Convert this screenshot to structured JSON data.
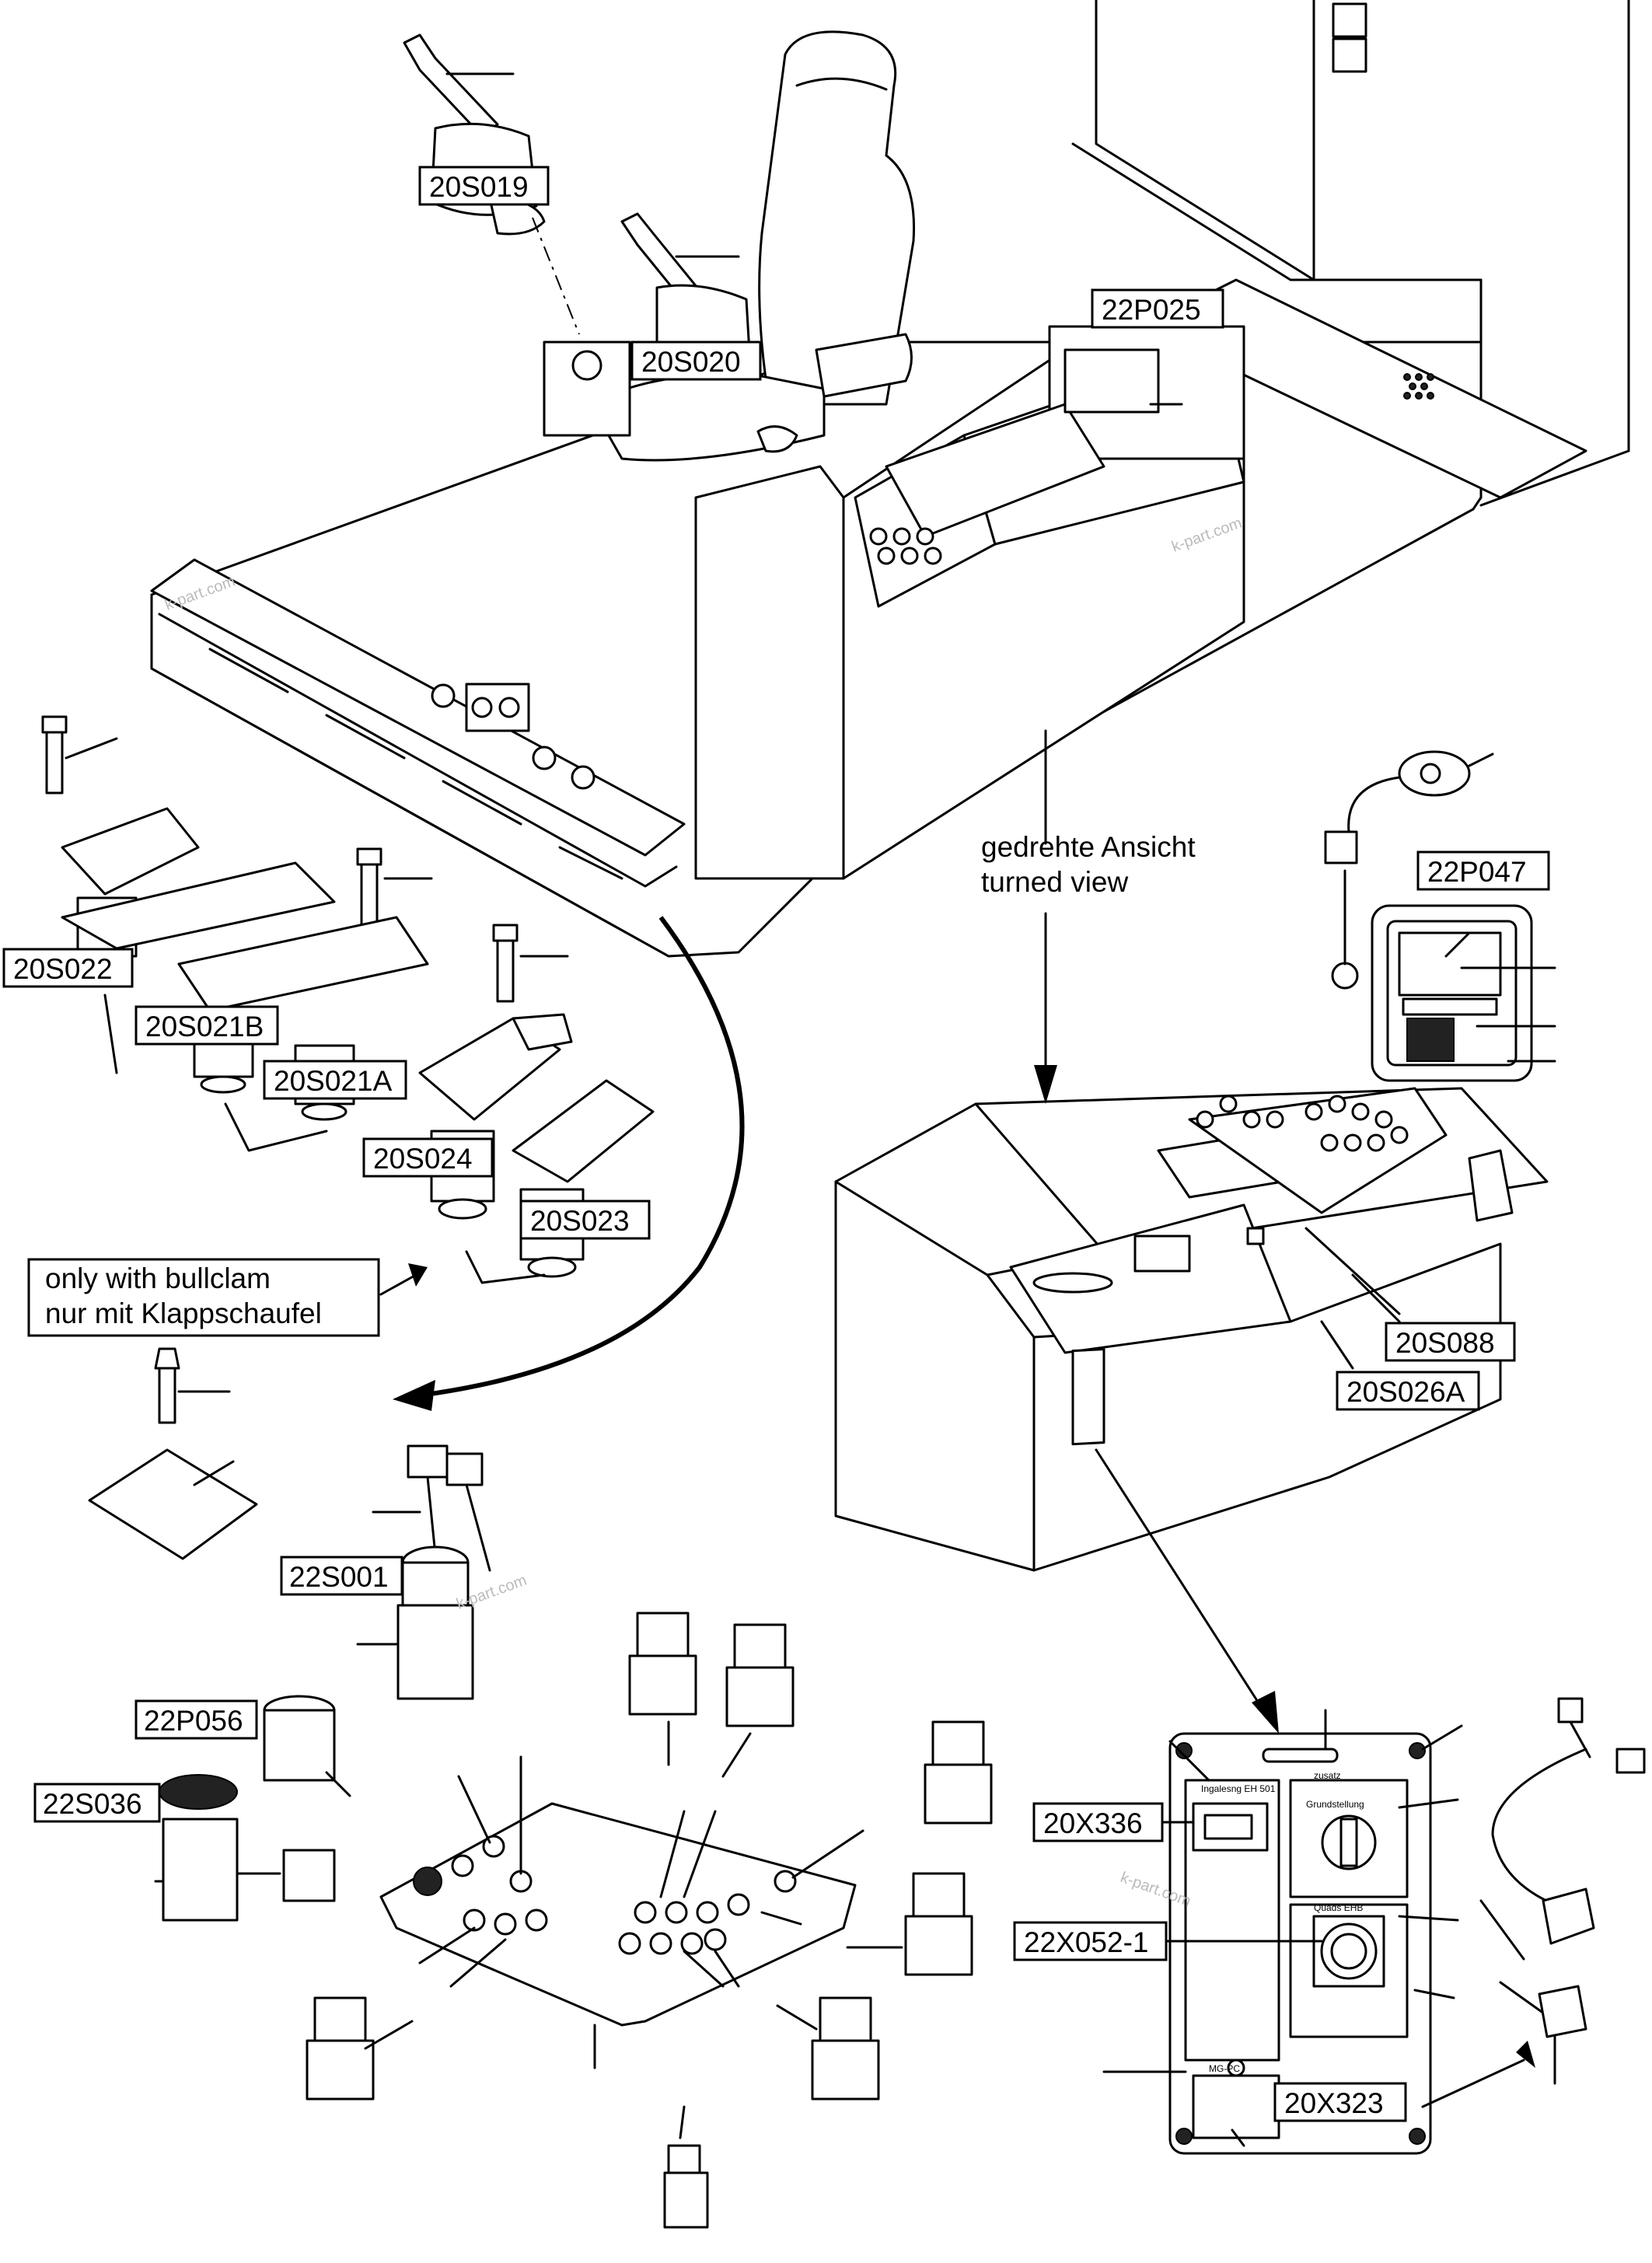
{
  "labels": {
    "s019": "20S019",
    "s020": "20S020",
    "p025": "22P025",
    "p047": "22P047",
    "s022": "20S022",
    "s021b": "20S021B",
    "s021a": "20S021A",
    "s024": "20S024",
    "s023": "20S023",
    "s088": "20S088",
    "s026a": "20S026A",
    "s001": "22S001",
    "p056": "22P056",
    "s036": "22S036",
    "x336": "20X336",
    "x052": "22X052-1",
    "x323": "20X323"
  },
  "notes": {
    "turned_view_de": "gedrehte Ansicht",
    "turned_view_en": "turned view",
    "bullclam_en": "only with bullclam",
    "bullclam_de": "nur mit Klappschaufel"
  },
  "watermark": "k-part.com"
}
